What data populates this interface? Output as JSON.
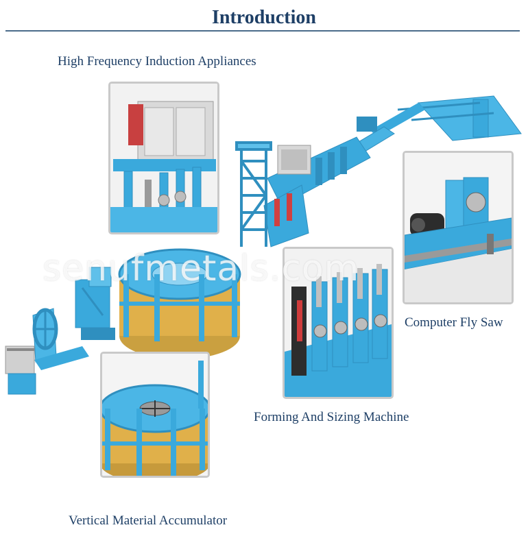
{
  "header": {
    "title": "Introduction"
  },
  "labels": {
    "induction": "High Frequency Induction Appliances",
    "fly_saw": "Computer Fly Saw",
    "forming": "Forming And Sizing Machine",
    "accumulator": "Vertical Material Accumulator"
  },
  "watermark": "senufmetals.com",
  "colors": {
    "title": "#1e3f66",
    "machine_blue": "#3aa9dc",
    "accumulator_gold": "#e0b04a",
    "panel_border": "#c9c9c9"
  }
}
